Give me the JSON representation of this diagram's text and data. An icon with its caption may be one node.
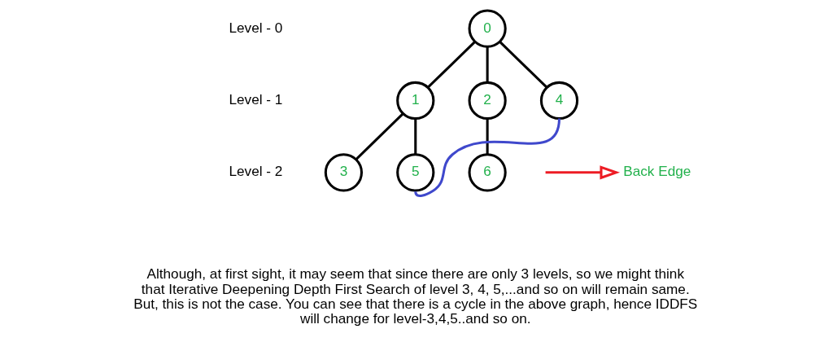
{
  "diagram": {
    "nodes": [
      {
        "text": [
          "0"
        ]
      },
      {
        "text": [
          "1"
        ]
      },
      {
        "text": [
          "2"
        ]
      },
      {
        "text": [
          "4"
        ]
      },
      {
        "text": [
          "3"
        ]
      },
      {
        "text": [
          "5"
        ]
      },
      {
        "text": [
          "6"
        ]
      },
      {
        "text": [
          "Back Edge"
        ]
      }
    ],
    "edges": [
      {
        "from": 0,
        "to": 1,
        "arrow": "none"
      },
      {
        "from": 0,
        "to": 2,
        "arrow": "none"
      },
      {
        "from": 0,
        "to": 3,
        "arrow": "none"
      },
      {
        "from": 1,
        "to": 4,
        "arrow": "none"
      },
      {
        "from": 1,
        "to": 5,
        "arrow": "none"
      },
      {
        "from": 2,
        "to": 6,
        "arrow": "none"
      },
      {
        "from": 5,
        "to": 3,
        "arrow": "none",
        "color": "#3f48cc"
      },
      {
        "from": null,
        "to": 7,
        "arrow": "to",
        "color": "#ed1c24"
      }
    ],
    "labels": [
      "Level - 0",
      "Level - 1",
      "Level - 2",
      "Although, at first sight, it may seem that since there are only 3 levels, so we might think that Iterative Deepening Depth First Search of level 3, 4, 5,...and so on will remain same. But, this is not the case. You can see that there is a cycle in the above graph, hence IDDFS will change for level-3,4,5..and so on."
    ]
  }
}
